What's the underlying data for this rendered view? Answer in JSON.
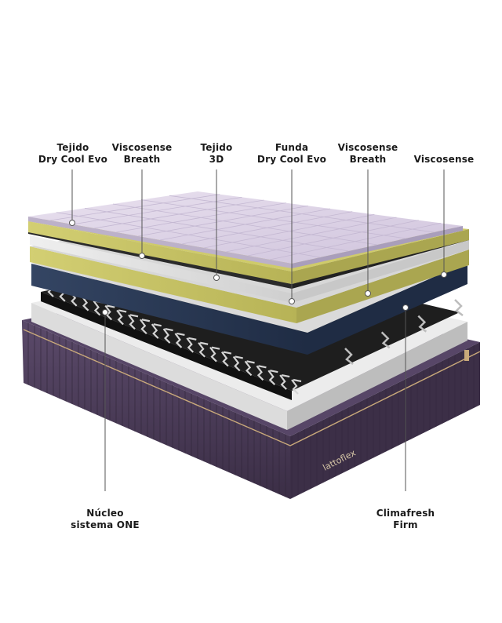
{
  "brand": "lattoflex",
  "labels": {
    "tejido_dry_cool_evo": {
      "line1": "Tejido",
      "line2": "Dry Cool Evo"
    },
    "viscosense_breath_1": {
      "line1": "Viscosense",
      "line2": "Breath"
    },
    "tejido_3d": {
      "line1": "Tejido",
      "line2": "3D"
    },
    "funda_dry_cool_evo": {
      "line1": "Funda",
      "line2": "Dry Cool Evo"
    },
    "viscosense_breath_2": {
      "line1": "Viscosense",
      "line2": "Breath"
    },
    "viscosense": {
      "line1": "Viscosense"
    },
    "nucleo_sistema_one": {
      "line1": "Núcleo",
      "line2": "sistema ONE"
    },
    "climafresh_firm": {
      "line1": "Climafresh",
      "line2": "Firm"
    }
  },
  "colors": {
    "top_fabric": "#ddd3e6",
    "foam_yellow": "#c8c466",
    "foam_grey": "#e2e2e2",
    "navy_layer": "#2b3a55",
    "base_purple": "#4b3b58",
    "springs": "#cfcfcf"
  }
}
